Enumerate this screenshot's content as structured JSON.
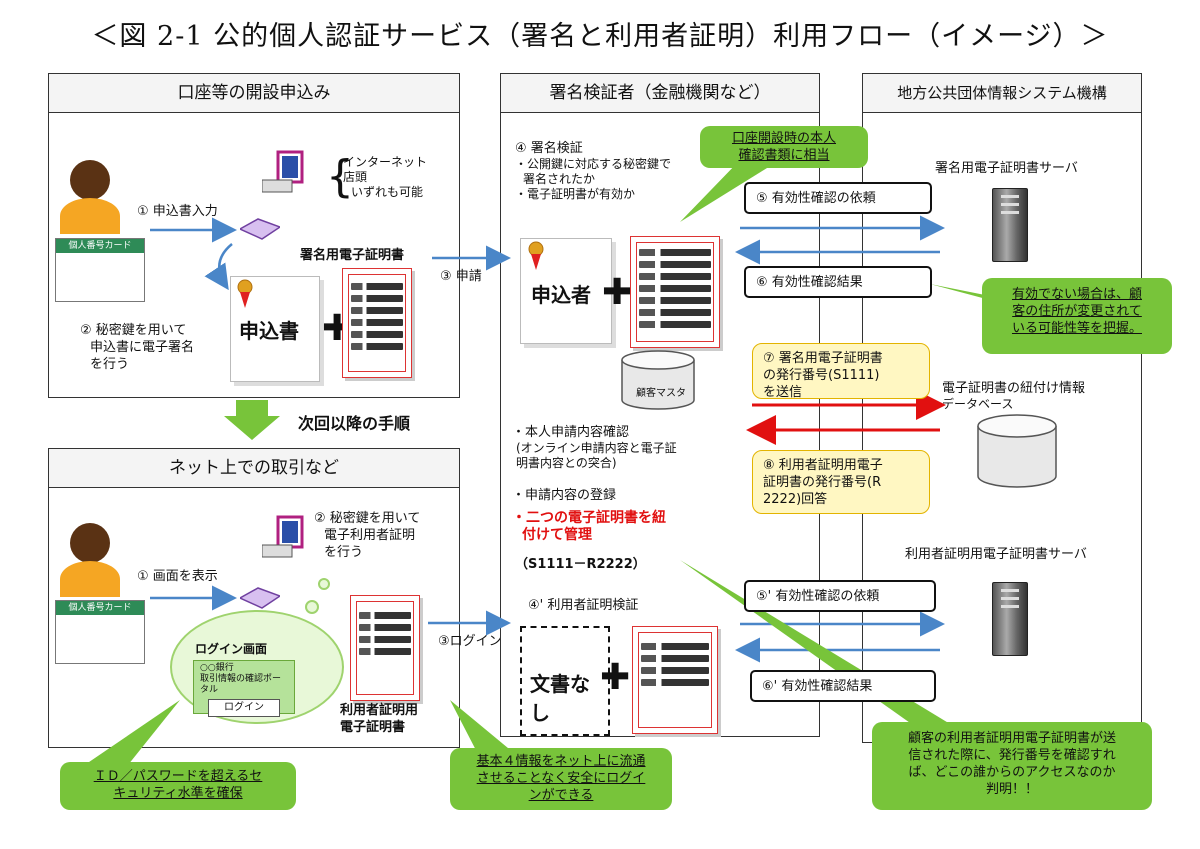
{
  "title": "＜図 2-1 公的個人認証サービス（署名と利用者証明）利用フロー（イメージ）＞",
  "left_top": {
    "header": "口座等の開設申込み",
    "step1": "① 申込書入力",
    "internet_note_line1": "インターネット",
    "internet_note_line2": "店頭",
    "internet_note_line3": "いずれも可能",
    "cert_label": "署名用電子証明書",
    "step2_line1": "② 秘密鍵を用いて",
    "step2_line2": "申込書に電子署名",
    "step2_line3": "を行う",
    "applicant": "申込書",
    "step3": "③ 申請",
    "card_title": "個人番号カード"
  },
  "next_steps": "次回以降の手順",
  "left_bottom": {
    "header": "ネット上での取引など",
    "step1": "① 画面を表示",
    "step2_line1": "② 秘密鍵を用いて",
    "step2_line2": "電子利用者証明",
    "step2_line3": "を行う",
    "login_area": "ログイン画面",
    "login_bank_line1": "○○銀行",
    "login_bank_line2": "取引情報の確認ポータル",
    "login_button": "ログイン",
    "cert_label_line1": "利用者証明用",
    "cert_label_line2": "電子証明書",
    "step3": "③ログイン",
    "card_title": "個人番号カード"
  },
  "middle": {
    "header": "署名検証者（金融機関など）",
    "step4_title": "④ 署名検証",
    "step4_line1": "・公開鍵に対応する秘密鍵で",
    "step4_line2": "署名されたか",
    "step4_line3": "・電子証明書が有効か",
    "applicant": "申込者",
    "db_label": "顧客マスタ",
    "check_line1": "・本人申請内容確認",
    "check_line2": "(オンライン申請内容と電子証",
    "check_line3": "明書内容との突合)",
    "register": "・申請内容の登録",
    "manage_line1": "・二つの電子証明書を紐",
    "manage_line2": "付けて管理",
    "pair_ids": "（S1111－R2222）",
    "step4b": "④' 利用者証明検証",
    "no_doc": "文書なし"
  },
  "right": {
    "header": "地方公共団体情報システム機構",
    "sign_server": "署名用電子証明書サーバ",
    "db_label_line1": "電子証明書の紐付け情報",
    "db_label_line2": "データベース",
    "user_server": "利用者証明用電子証明書サーバ"
  },
  "flows": {
    "s5_request": "⑤ 有効性確認の依頼",
    "s6_result": "⑥ 有効性確認結果",
    "s7_line1": "⑦ 署名用電子証明書",
    "s7_line2": "の発行番号(S1111)",
    "s7_line3": "を送信",
    "s8_line1": "⑧ 利用者証明用電子",
    "s8_line2": "証明書の発行番号(R",
    "s8_line3": "2222)回答",
    "s5b_request": "⑤' 有効性確認の依頼",
    "s6b_result": "⑥' 有効性確認結果"
  },
  "callouts": {
    "top_center_line1": "口座開設時の本人",
    "top_center_line2": "確認書類に相当",
    "right_mid_line1": "有効でない場合は、顧",
    "right_mid_line2": "客の住所が変更されて",
    "right_mid_line3": "いる可能性等を把握。",
    "bottom_left_line1": "ＩＤ／パスワードを超えるセ",
    "bottom_left_line2": "キュリティ水準を確保",
    "bottom_mid_line1": "基本４情報をネット上に流通",
    "bottom_mid_line2": "させることなく安全にログイ",
    "bottom_mid_line3": "ンができる",
    "bottom_right_line1": "顧客の利用者証明用電子証明書が送",
    "bottom_right_line2": "信された際に、発行番号を確認すれ",
    "bottom_right_line3": "ば、どこの誰からのアクセスなのか",
    "bottom_right_line4": "判明！！"
  },
  "colors": {
    "green": "#78c43a",
    "yellow": "#fff7c2",
    "red_arrow": "#e11010",
    "blue_arrow": "#4a86c8",
    "doc_red": "#d33"
  }
}
